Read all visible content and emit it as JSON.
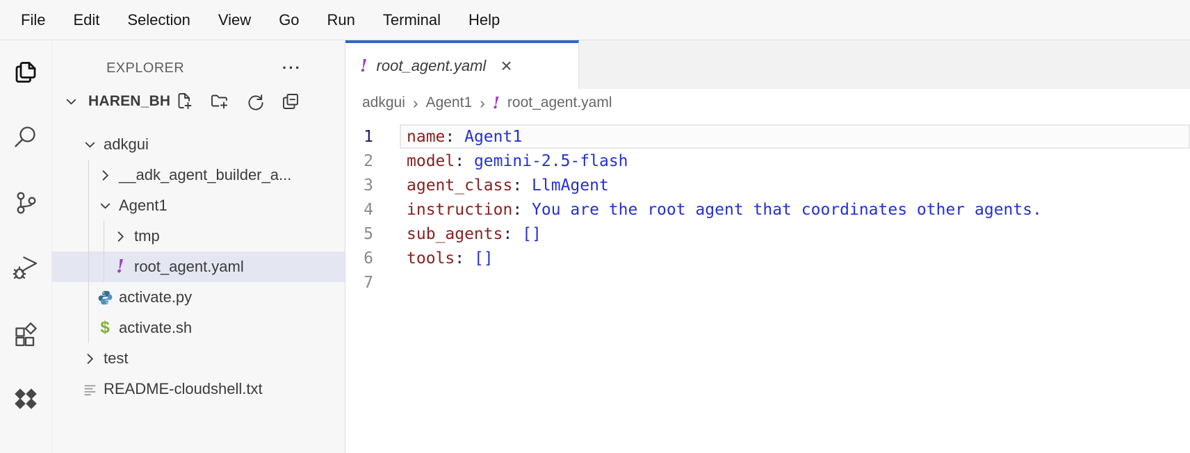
{
  "menu_bar": {
    "items": [
      "File",
      "Edit",
      "Selection",
      "View",
      "Go",
      "Run",
      "Terminal",
      "Help"
    ]
  },
  "activity_bar": {
    "items": [
      {
        "name": "explorer",
        "active": true
      },
      {
        "name": "search",
        "active": false
      },
      {
        "name": "source-control",
        "active": false
      },
      {
        "name": "run-debug",
        "active": false
      },
      {
        "name": "extensions",
        "active": false
      },
      {
        "name": "gemini",
        "active": false
      }
    ]
  },
  "sidebar": {
    "title": "EXPLORER",
    "ellipsis": "···",
    "workspace": {
      "name": "HAREN_BH",
      "chevron": "down",
      "actions": [
        {
          "name": "new-file"
        },
        {
          "name": "new-folder"
        },
        {
          "name": "refresh"
        },
        {
          "name": "collapse-all"
        }
      ]
    },
    "tree": [
      {
        "label": "adkgui",
        "indent": 0,
        "chevron": "down",
        "selected": false
      },
      {
        "label": "__adk_agent_builder_a...",
        "indent": 1,
        "chevron": "right",
        "selected": false
      },
      {
        "label": "Agent1",
        "indent": 1,
        "chevron": "down",
        "selected": false
      },
      {
        "label": "tmp",
        "indent": 2,
        "chevron": "right",
        "selected": false
      },
      {
        "label": "root_agent.yaml",
        "indent": 2,
        "icon": "yaml-warn",
        "selected": true
      },
      {
        "label": "activate.py",
        "indent": 1,
        "icon": "python",
        "selected": false
      },
      {
        "label": "activate.sh",
        "indent": 1,
        "icon": "shell",
        "selected": false
      },
      {
        "label": "test",
        "indent": 0,
        "chevron": "right",
        "selected": false
      },
      {
        "label": "README-cloudshell.txt",
        "indent": 0,
        "icon": "txt",
        "selected": false
      }
    ]
  },
  "editor": {
    "tab": {
      "label": "root_agent.yaml",
      "icon": "yaml-warn",
      "close": "×"
    },
    "breadcrumb": {
      "separator": "›",
      "items": [
        {
          "label": "adkgui"
        },
        {
          "label": "Agent1"
        },
        {
          "label": "root_agent.yaml",
          "icon": "yaml-warn"
        }
      ]
    },
    "code": {
      "language": "yaml",
      "colon": ": ",
      "lines": [
        {
          "num": "1",
          "key": "name",
          "value": "Agent1",
          "current": true
        },
        {
          "num": "2",
          "key": "model",
          "value": "gemini-2.5-flash",
          "current": false
        },
        {
          "num": "3",
          "key": "agent_class",
          "value": "LlmAgent",
          "current": false
        },
        {
          "num": "4",
          "key": "instruction",
          "value": "You are the root agent that coordinates other agents.",
          "current": false
        },
        {
          "num": "5",
          "key": "sub_agents",
          "value": "[]",
          "current": false
        },
        {
          "num": "6",
          "key": "tools",
          "value": "[]",
          "current": false
        },
        {
          "num": "7",
          "key": "",
          "value": "",
          "current": false
        }
      ]
    }
  },
  "warn_symbol": "!",
  "colors": {
    "accent_blue": "#2f66c4",
    "warn_purple": "#9c40be",
    "yaml_key": "#8b1f1f",
    "yaml_value": "#2430d4",
    "selection_bg": "#e4e6f1",
    "python_dark": "#356c93",
    "python_light": "#4d94bf",
    "shell_green": "#7fb036"
  }
}
